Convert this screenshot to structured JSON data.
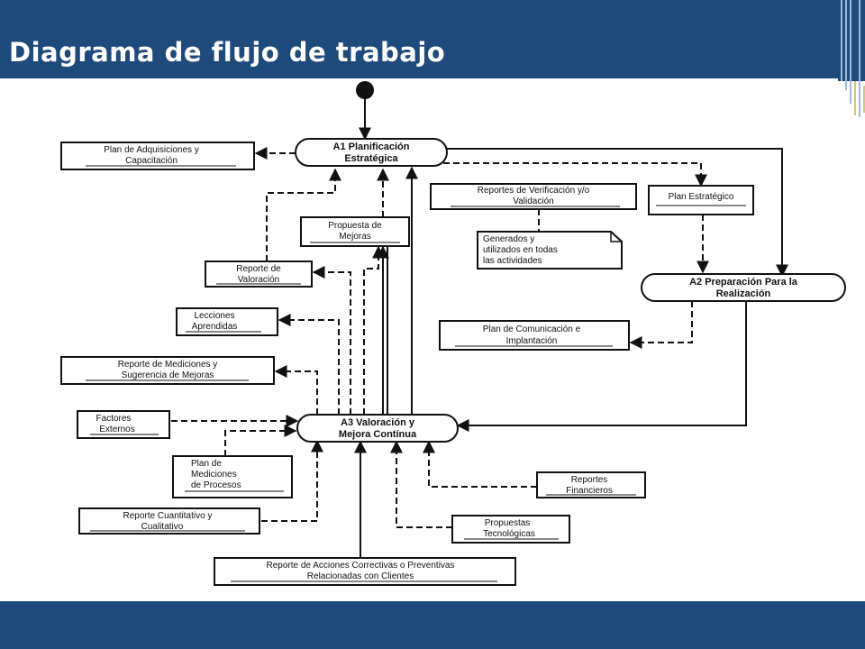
{
  "header": {
    "title": "Diagrama de flujo de trabajo"
  },
  "colors": {
    "header_bg": "#1f4a7c",
    "footer_bg": "#1f4a7c",
    "ink": "#111111"
  },
  "nodes": {
    "a1": [
      "A1 Planificación",
      "Estratégica"
    ],
    "a2": [
      "A2 Preparación Para la",
      "Realización"
    ],
    "a3": [
      "A3 Valoración y",
      "Mejora Contínua"
    ],
    "plan_adquisiciones": [
      "Plan de Adquisiciones y",
      "Capacitación"
    ],
    "reportes_verificacion": [
      "Reportes de Verificación y/o",
      "Validación"
    ],
    "plan_estrategico": [
      "Plan Estratégico"
    ],
    "propuesta_mejoras": [
      "Propuesta de",
      "Mejoras"
    ],
    "generados_note": [
      "Generados y",
      "utilizados en todas",
      "las actividades"
    ],
    "reporte_valoracion": [
      "Reporte de",
      "Valoración"
    ],
    "lecciones": [
      "Lecciones",
      "Aprendidas"
    ],
    "plan_comunicacion": [
      "Plan de Comunicación e",
      "Implantación"
    ],
    "reporte_mediciones": [
      "Reporte de Mediciones y",
      "Sugerencia de Mejoras"
    ],
    "factores": [
      "Factores",
      "Externos"
    ],
    "plan_mediciones": [
      "Plan de",
      "Mediciones",
      "de Procesos"
    ],
    "reportes_financieros": [
      "Reportes",
      "Financieros"
    ],
    "reporte_cuantitativo": [
      "Reporte Cuantitativo y",
      "Cualitativo"
    ],
    "propuestas_tecnologicas": [
      "Propuestas",
      "Tecnológicas"
    ],
    "reporte_acciones": [
      "Reporte de Acciones Correctivas o Preventivas",
      "Relacionadas con Clientes"
    ]
  }
}
